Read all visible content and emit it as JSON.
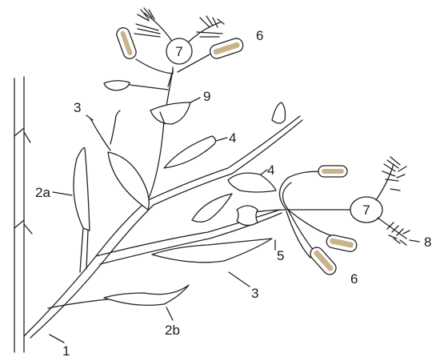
{
  "labels": {
    "l1": "1",
    "l2a": "2a",
    "l2b": "2b",
    "l3_top": "3",
    "l3_bottom": "3",
    "l4_upper": "4",
    "l4_lower": "4",
    "l5": "5",
    "l6_top": "6",
    "l6_bottom": "6",
    "l7_top": "7",
    "l7_right": "7",
    "l8": "8",
    "l9": "9"
  },
  "colors": {
    "ink": "#222222",
    "anther_fill": "#c9b48a",
    "background": "#ffffff"
  }
}
